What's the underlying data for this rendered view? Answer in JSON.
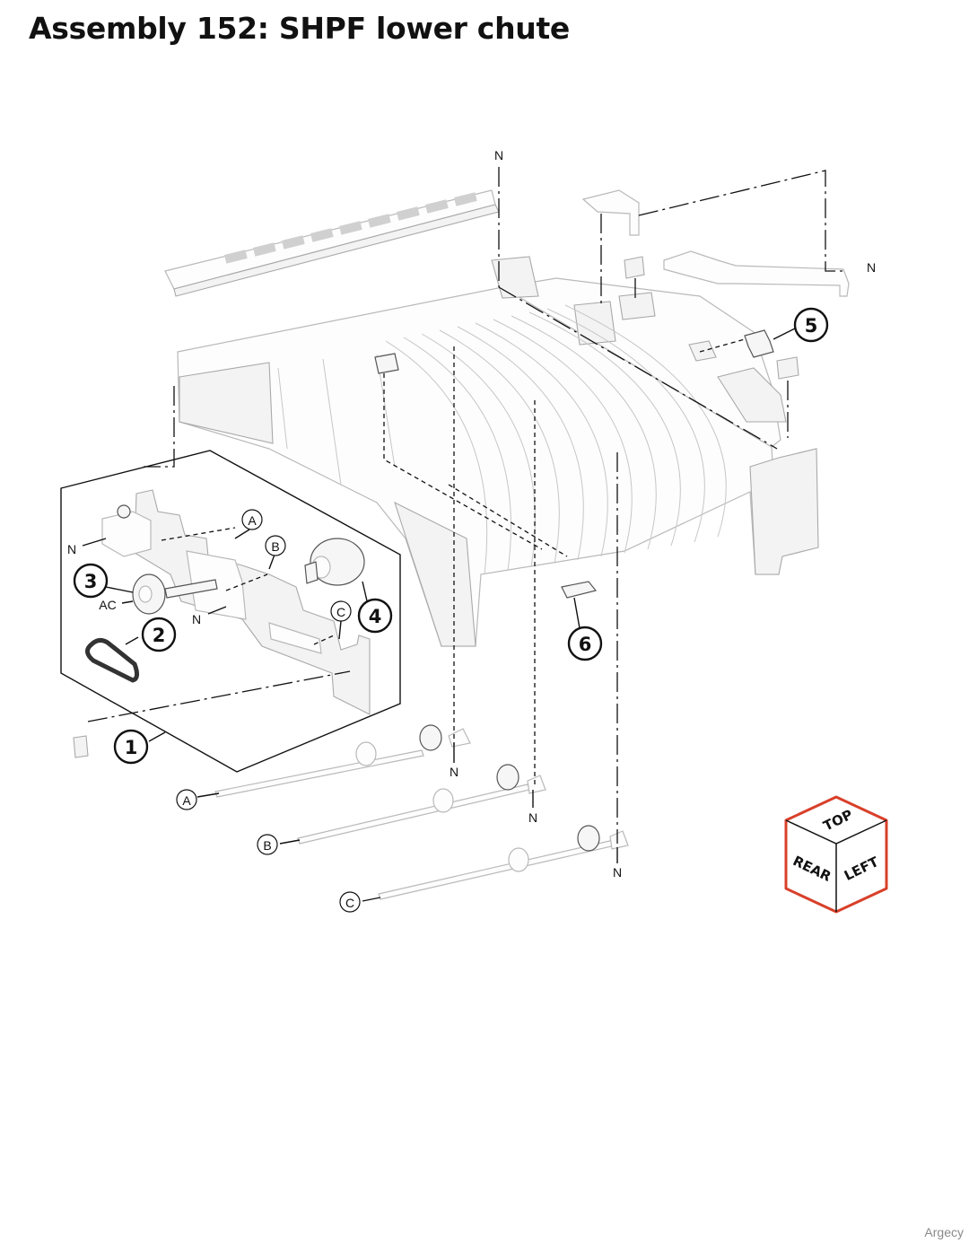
{
  "title": "Assembly 152: SHPF lower chute",
  "watermark": "Argecy",
  "callouts": [
    "1",
    "2",
    "3",
    "4",
    "5",
    "6"
  ],
  "refs": {
    "a": "A",
    "b": "B",
    "c": "C"
  },
  "labels": {
    "n": "N",
    "ac": "AC"
  },
  "orientation": {
    "top": "TOP",
    "rear": "REAR",
    "left": "LEFT"
  },
  "colors": {
    "cube_border": "#d8402a",
    "line": "#111111"
  }
}
